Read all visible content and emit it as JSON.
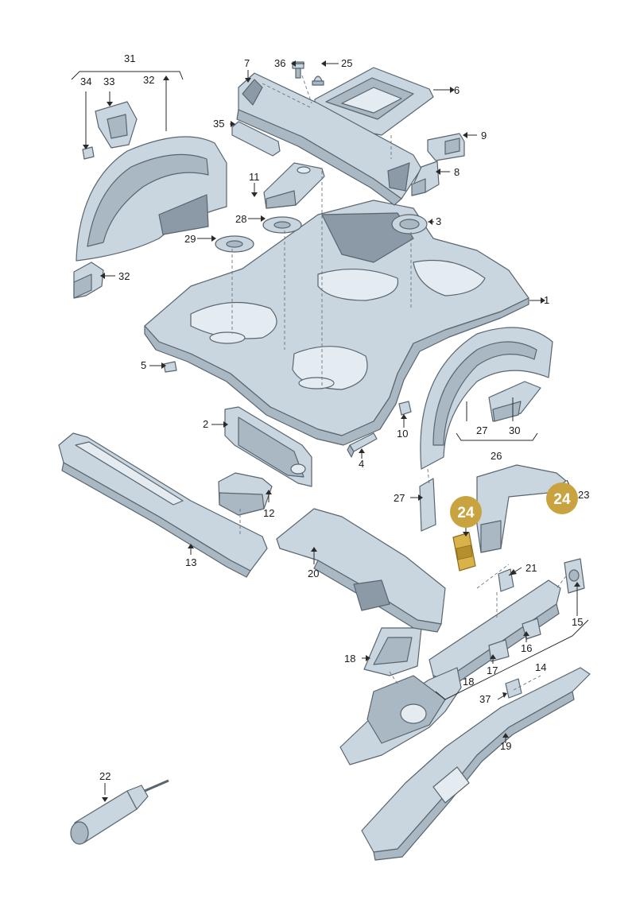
{
  "colors": {
    "part_fill": "#c9d6df",
    "part_shade": "#a9b8c3",
    "part_dark": "#8b9aa6",
    "part_light": "#e4ecf1",
    "outline": "#59656f",
    "badge": "#c9a33f"
  },
  "labels": {
    "l1": "1",
    "l2": "2",
    "l3": "3",
    "l4": "4",
    "l5": "5",
    "l6": "6",
    "l7": "7",
    "l8": "8",
    "l9": "9",
    "l10": "10",
    "l11": "11",
    "l12": "12",
    "l13": "13",
    "l14": "14",
    "l15": "15",
    "l16": "16",
    "l17": "17",
    "l18a": "18",
    "l18b": "18",
    "l19": "19",
    "l20": "20",
    "l21": "21",
    "l22": "22",
    "l23": "23",
    "l25": "25",
    "l26": "26",
    "l27a": "27",
    "l27b": "27",
    "l28": "28",
    "l29": "29",
    "l30": "30",
    "l31": "31",
    "l32a": "32",
    "l32b": "32",
    "l33": "33",
    "l34": "34",
    "l35": "35",
    "l36": "36",
    "l37": "37"
  },
  "badges": {
    "b1": "24",
    "b2": "24"
  }
}
